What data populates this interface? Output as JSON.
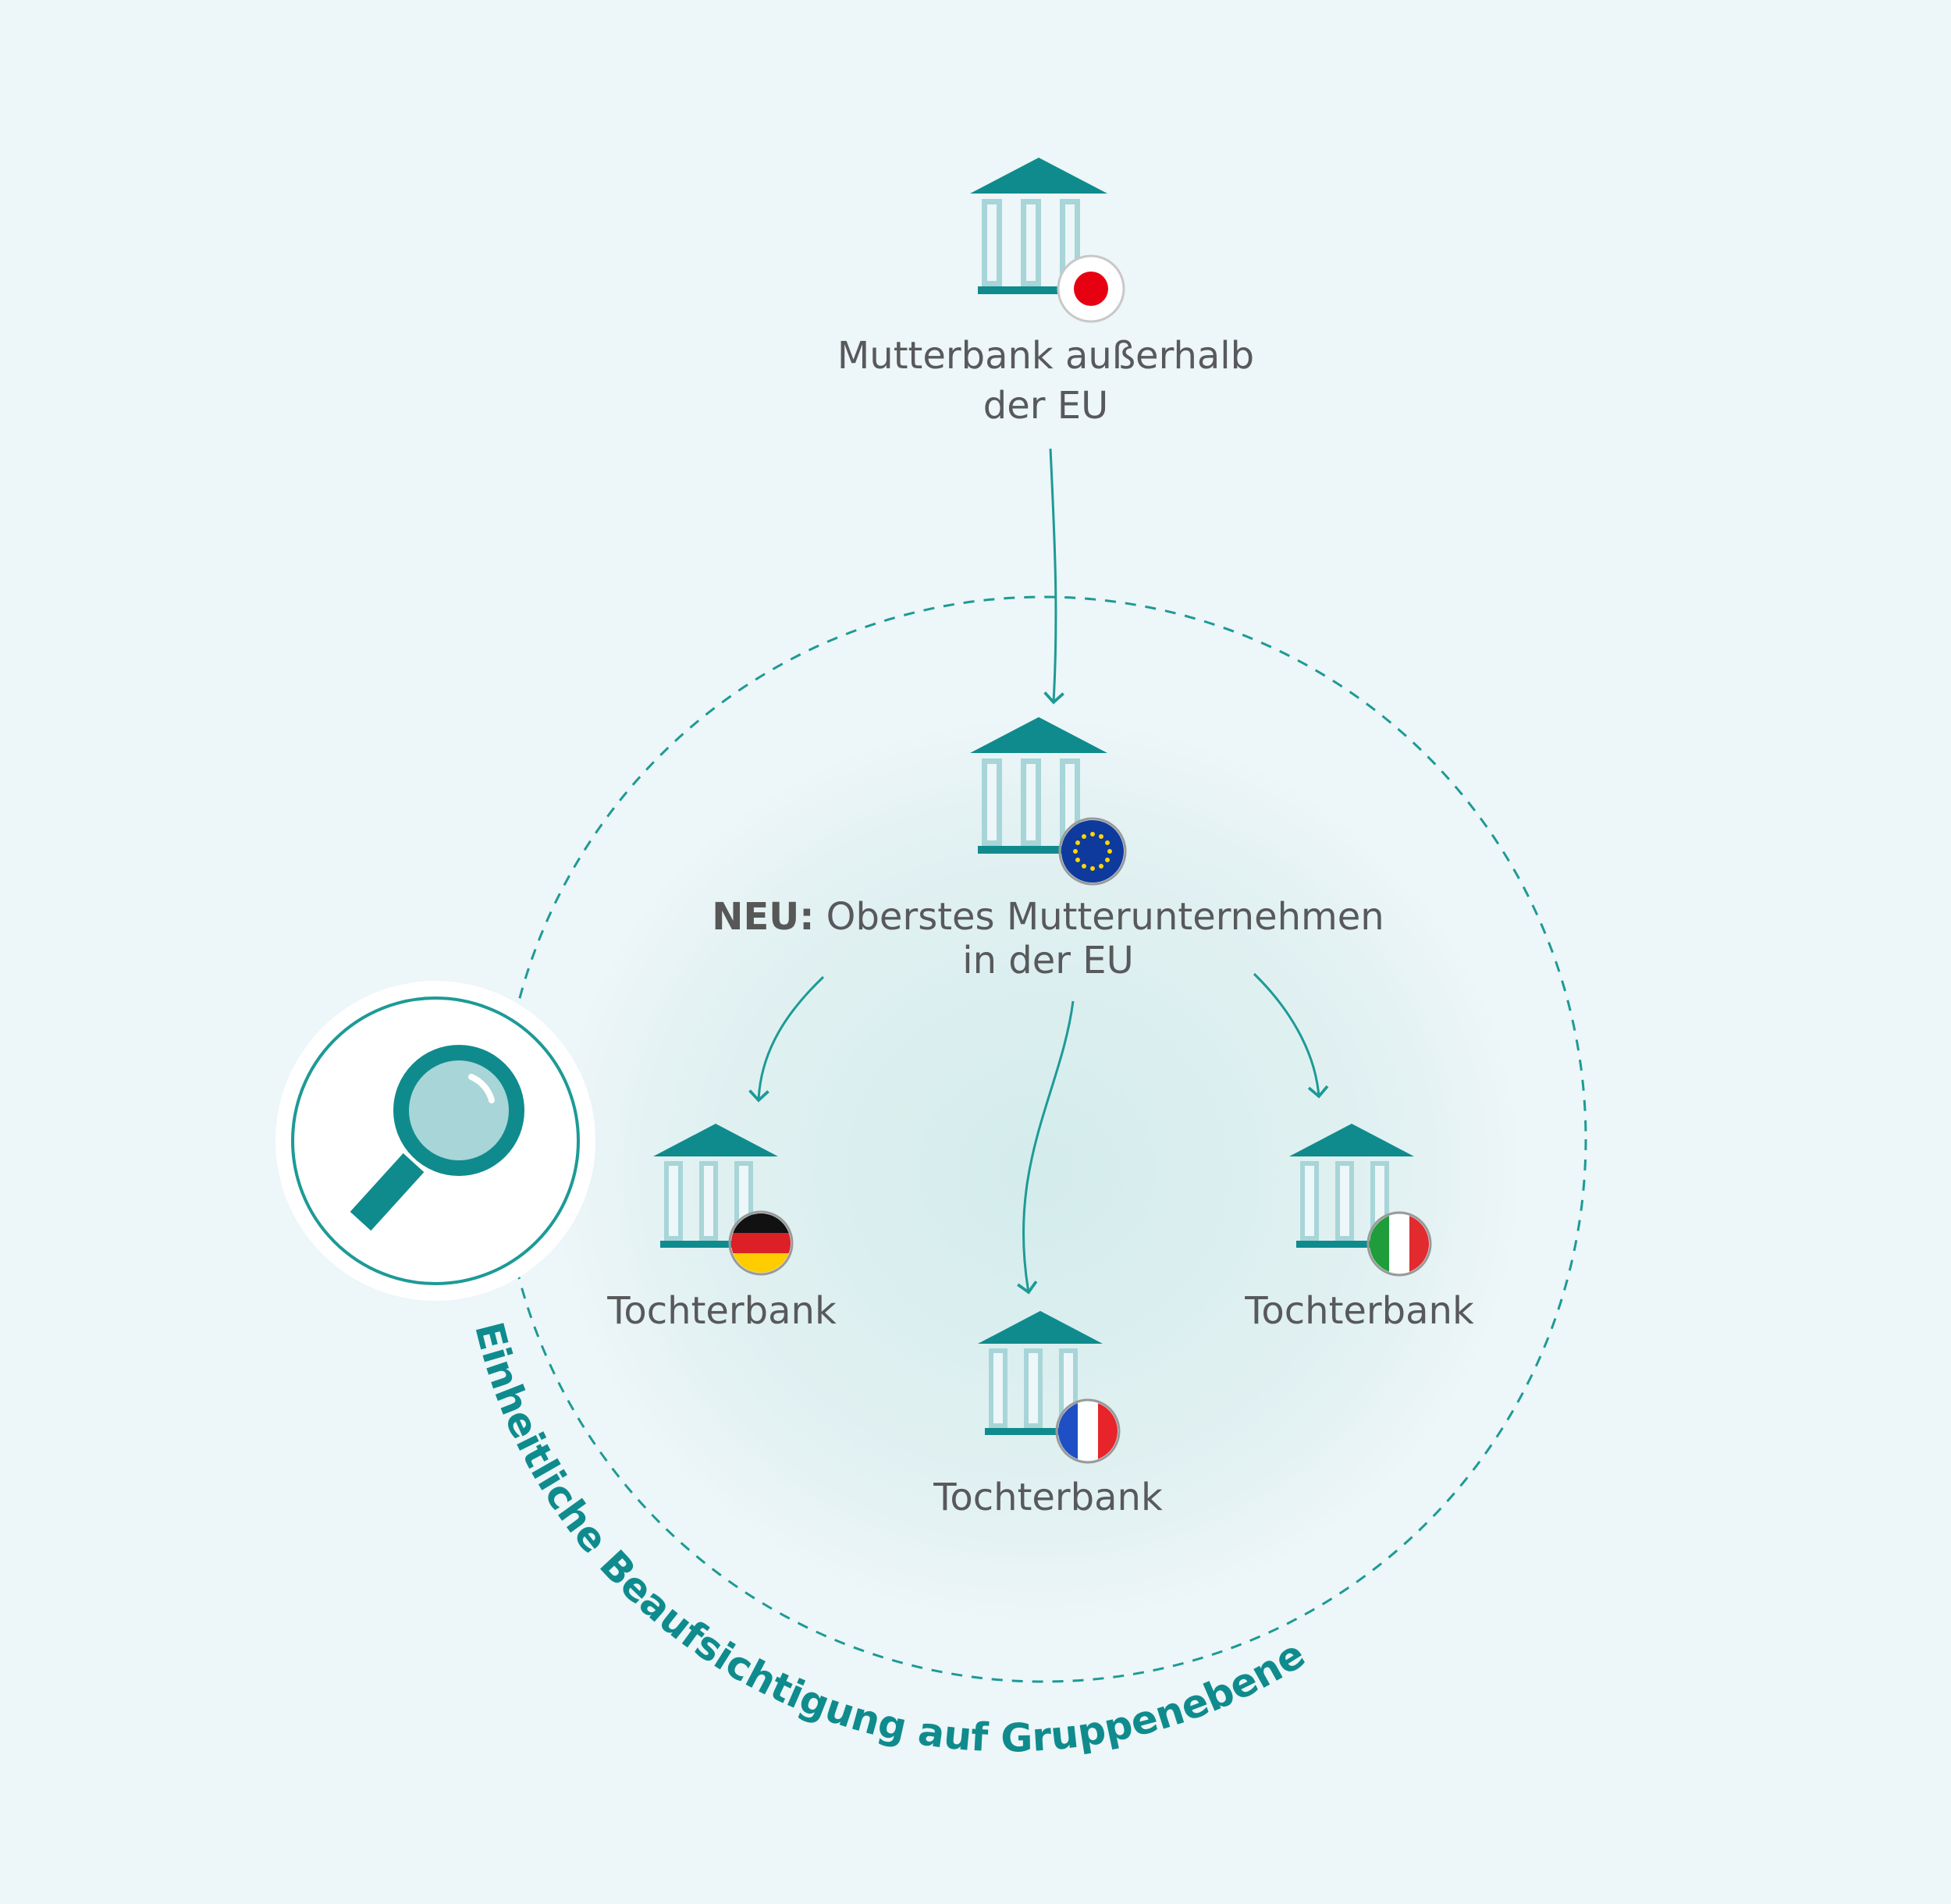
{
  "parent_bank": {
    "line1": "Mutterbank außerhalb",
    "line2": "der EU",
    "flag": "japan-flag-icon"
  },
  "eu_parent": {
    "prefix": "NEU:",
    "line1": "Oberstes Mutterunternehmen",
    "line2": "in der EU",
    "flag": "eu-flag-icon"
  },
  "subsidiaries": [
    {
      "label": "Tochterbank",
      "flag": "germany-flag-icon"
    },
    {
      "label": "Tochterbank",
      "flag": "france-flag-icon"
    },
    {
      "label": "Tochterbank",
      "flag": "italy-flag-icon"
    }
  ],
  "circle_caption": "Einheitliche Beaufsichtigung auf Gruppenebene",
  "colors": {
    "teal": "#0f8b8d",
    "teal_light": "#a8d5d7",
    "text": "#58595b",
    "background": "#edf6f8"
  }
}
